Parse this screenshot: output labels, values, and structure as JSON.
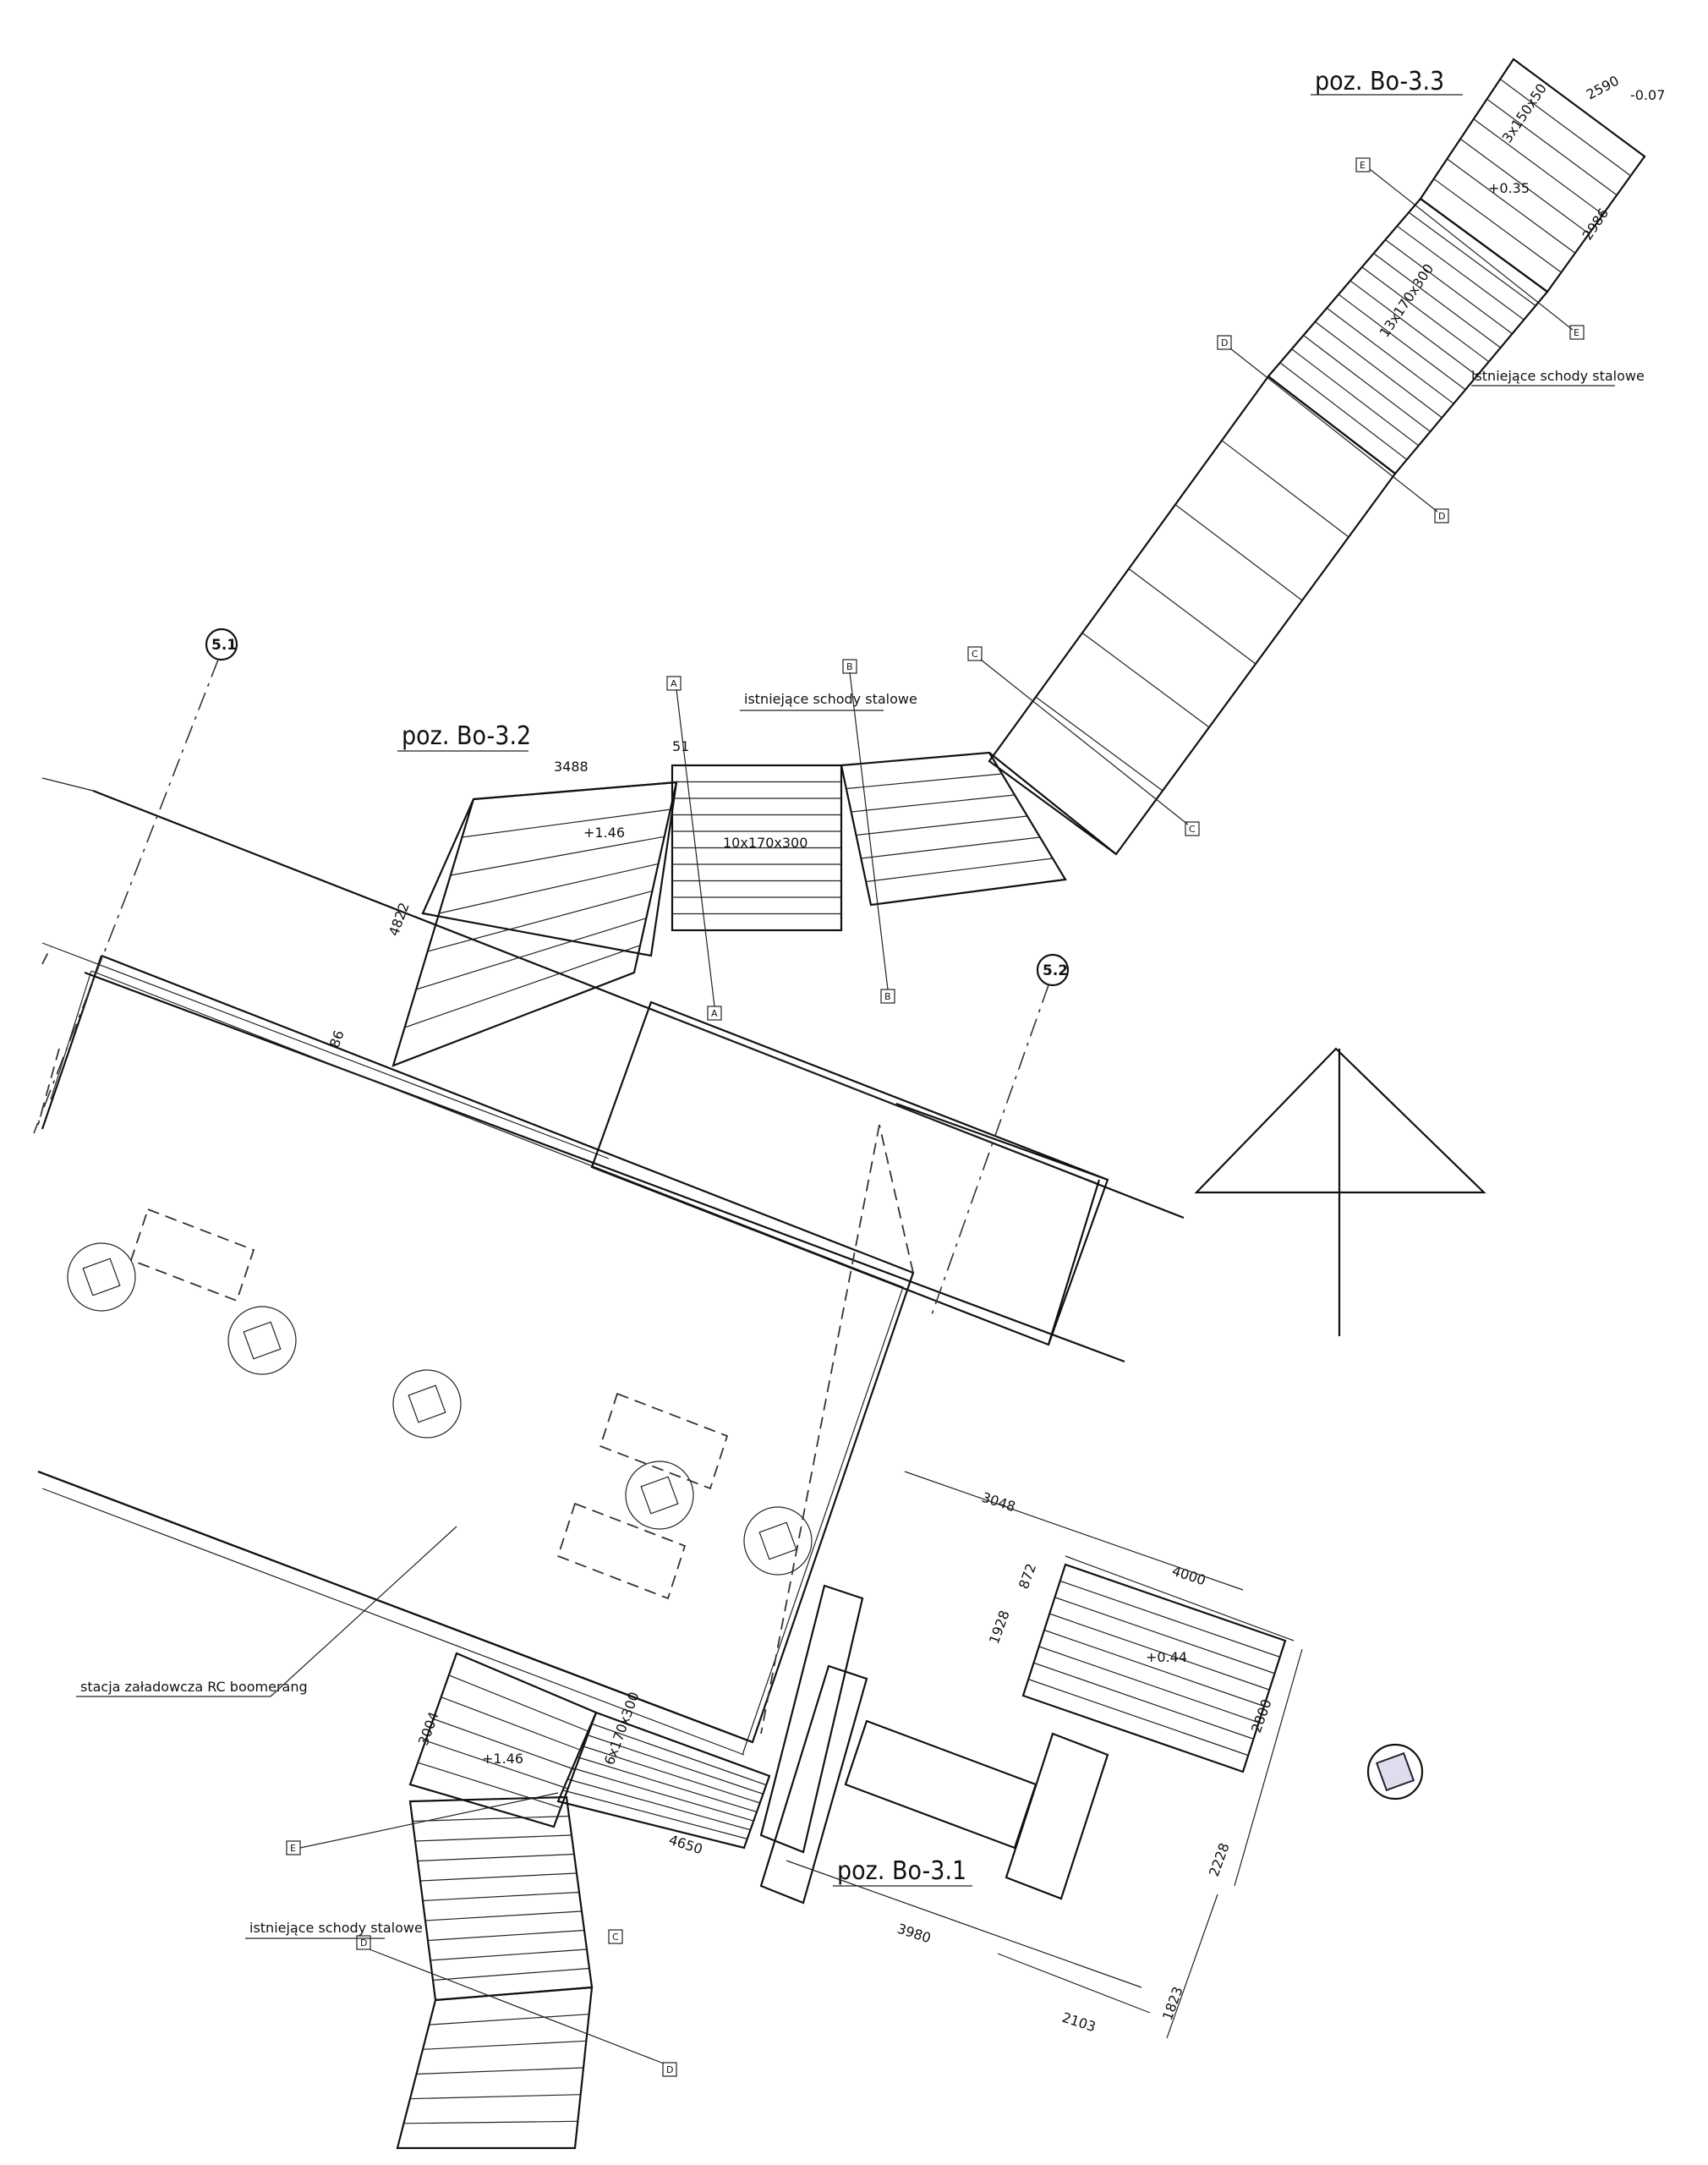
{
  "labels": {
    "bo33": "poz. Bo-3.3",
    "bo32": "poz. Bo-3.2",
    "bo31": "poz. Bo-3.1",
    "stairs_top": "istniejące schody stalowe",
    "stairs_mid": "istniejące schody stalowe",
    "stairs_bottom": "istniejące schody stalowe",
    "station": "stacja załadowcza RC boomerang"
  },
  "axes": {
    "a51": "5.1",
    "a52": "5.2"
  },
  "sections": {
    "a": "A",
    "b": "B",
    "c": "C",
    "d": "D",
    "e": "E"
  },
  "dims": {
    "d2590": "2590",
    "dm007": "-0.07",
    "d1500": "3x150x50",
    "dp035": "+0.35",
    "d2986": "2986",
    "d13x": "13x170x300",
    "d3488": "3488",
    "d51": "51",
    "dp146": "+1.46",
    "d10x": "10x170x300",
    "d4822": "4822",
    "d86": "86",
    "d3048": "3048",
    "d872": "872",
    "d4000": "4000",
    "d1928": "1928",
    "dp044": "+0.44",
    "d2800": "2800",
    "d3004": "3004",
    "dp146b": "+1.46",
    "d6x": "6x170x300",
    "d4650": "4650",
    "d3980": "3980",
    "d2228": "2228",
    "d1823": "1823",
    "d2103": "2103"
  }
}
